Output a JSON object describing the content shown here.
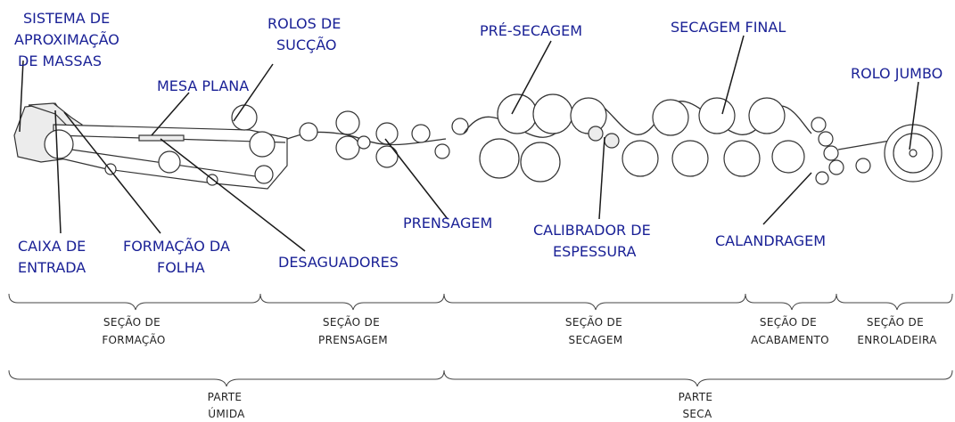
{
  "labels": {
    "sistema": [
      "SISTEMA DE",
      "APROXIMAÇÃO",
      "DE MASSAS"
    ],
    "mesa_plana": [
      "MESA PLANA"
    ],
    "rolos_succao": [
      "ROLOS DE",
      "SUCÇÃO"
    ],
    "pre_secagem": [
      "PRÉ-SECAGEM"
    ],
    "secagem_final": [
      "SECAGEM FINAL"
    ],
    "rolo_jumbo": [
      "ROLO JUMBO"
    ],
    "caixa_entrada": [
      "CAIXA DE",
      "ENTRADA"
    ],
    "formacao_folha": [
      "FORMAÇÃO DA",
      "FOLHA"
    ],
    "desaguadores": [
      "DESAGUADORES"
    ],
    "prensagem": [
      "PRENSAGEM"
    ],
    "calibrador": [
      "CALIBRADOR DE",
      "ESPESSURA"
    ],
    "calandragem": [
      "CALANDRAGEM"
    ]
  },
  "sections": [
    [
      "SEÇÃO DE",
      "FORMAÇÃO"
    ],
    [
      "SEÇÃO DE",
      "PRENSAGEM"
    ],
    [
      "SEÇÃO DE",
      "SECAGEM"
    ],
    [
      "SEÇÃO DE",
      "ACABAMENTO"
    ],
    [
      "SEÇÃO DE",
      "ENROLADEIRA"
    ]
  ],
  "parts": [
    [
      "PARTE",
      "ÚMIDA"
    ],
    [
      "PARTE",
      "SECA"
    ]
  ],
  "colors": {
    "label": "#1a2196",
    "line": "#1a1a1a"
  }
}
